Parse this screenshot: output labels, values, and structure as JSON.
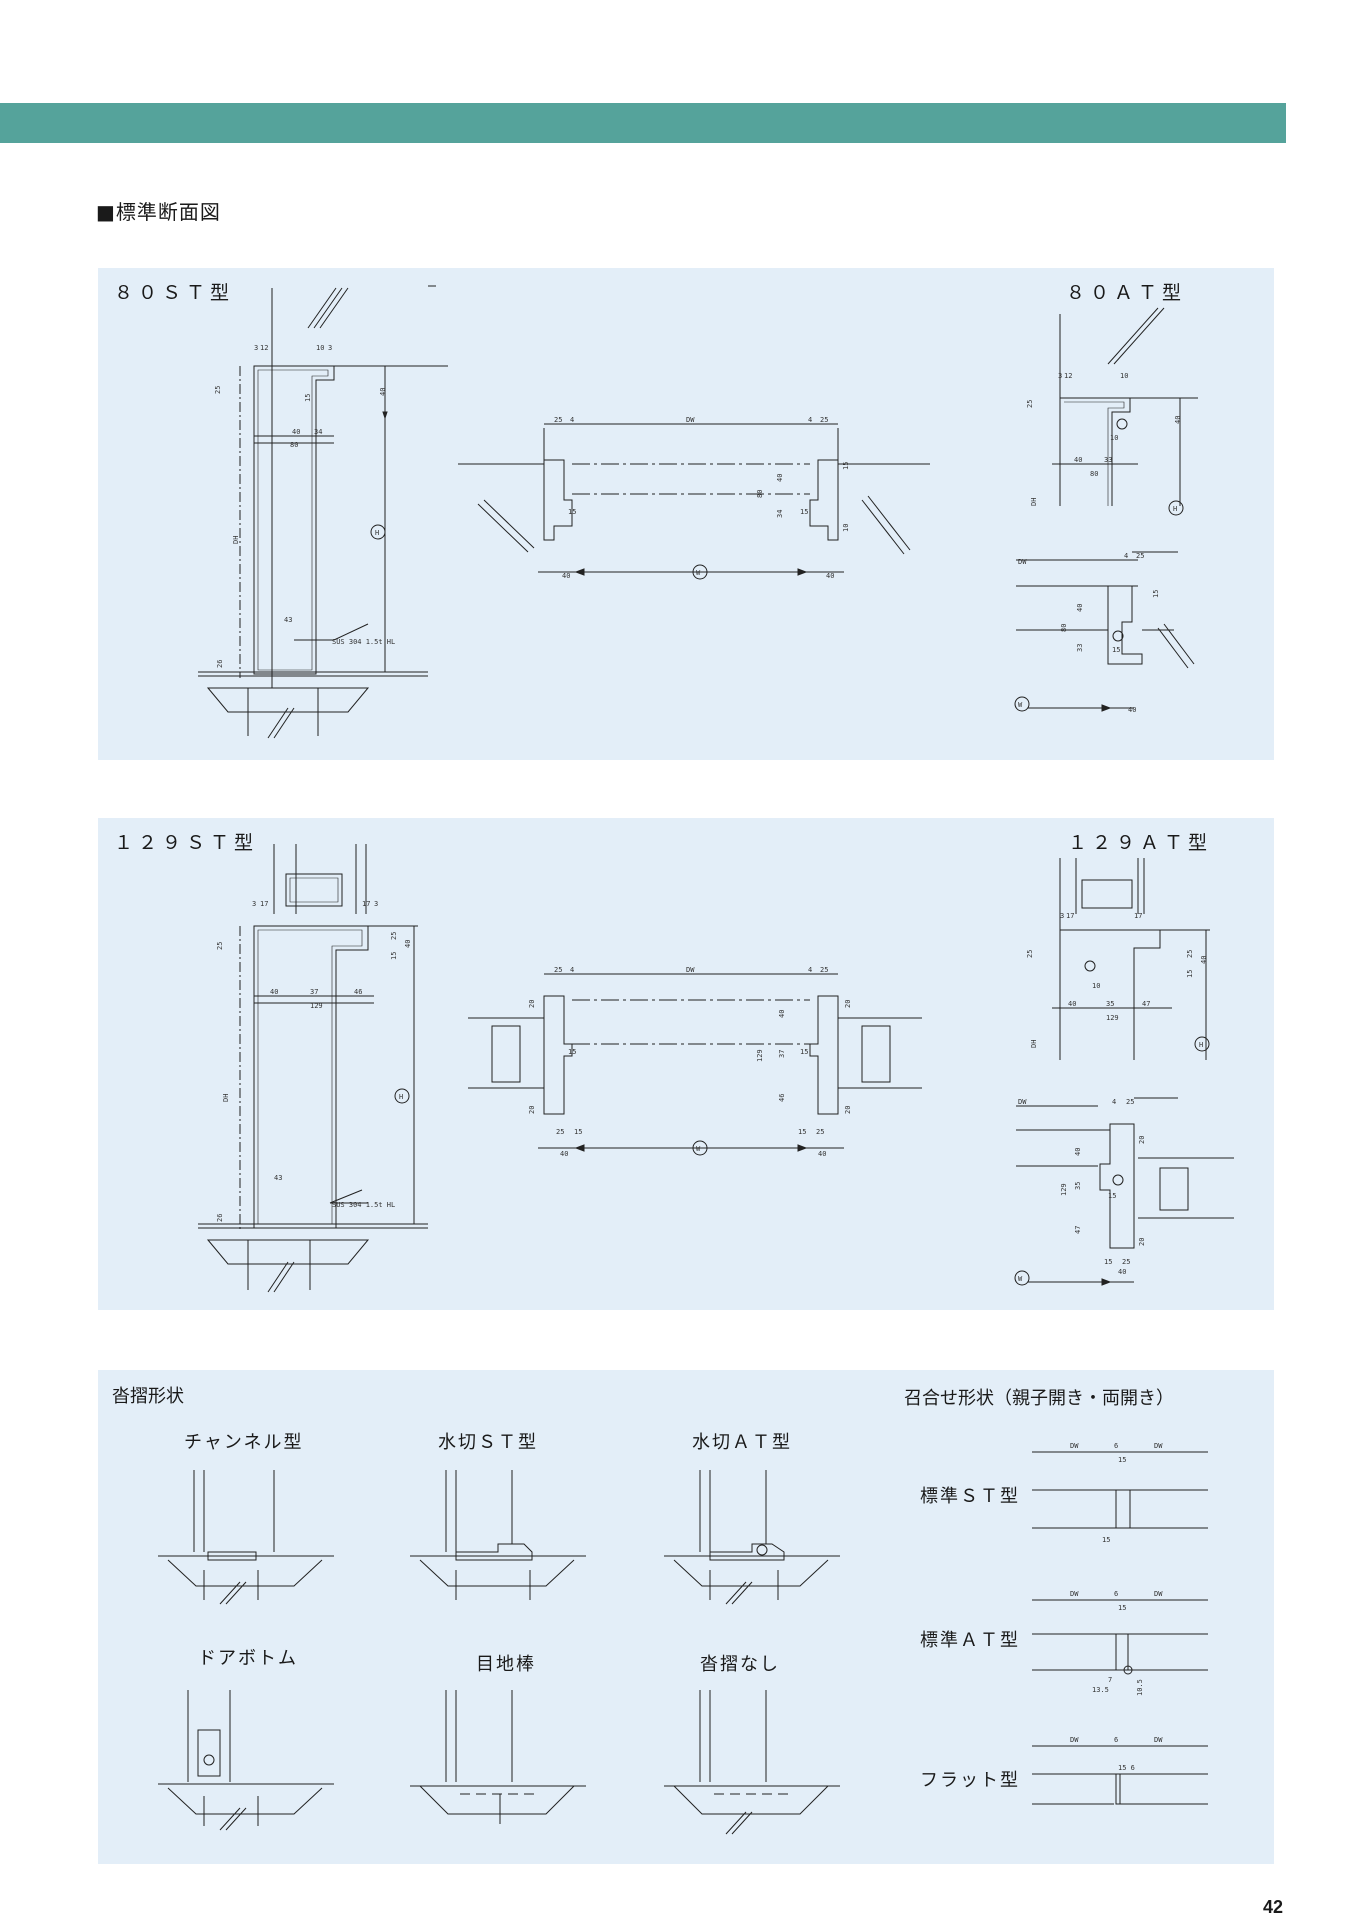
{
  "heading": "■標準断面図",
  "panel1": {
    "left_title": "８０ＳＴ型",
    "right_title": "８０ＡＴ型"
  },
  "panel2": {
    "left_title": "１２９ＳＴ型",
    "right_title": "１２９ＡＴ型"
  },
  "panel3": {
    "left_section": "沓摺形状",
    "right_section": "召合せ形状（親子開き・両開き）",
    "types": [
      "チャンネル型",
      "水切ＳＴ型",
      "水切ＡＴ型",
      "ドアボトム",
      "目地棒",
      "沓摺なし"
    ],
    "meeting_types": [
      "標準ＳＴ型",
      "標準ＡＴ型",
      "フラット型"
    ]
  },
  "dims": {
    "dh": "DH",
    "dw": "DW",
    "h": "H",
    "w": "W",
    "sus": "SUS 304 1.5t HL",
    "d80": "80",
    "d40": "40",
    "d34": "34",
    "d43": "43",
    "d25": "25",
    "d15": "15",
    "d4": "4",
    "d3": "3",
    "d12": "12",
    "d10": "10",
    "d33": "33",
    "d129": "129",
    "d37": "37",
    "d46": "46",
    "d47": "47",
    "d35": "35",
    "d17": "17",
    "d20": "20",
    "d6": "6",
    "d7": "7",
    "d13_5": "13.5",
    "d10_5": "10.5",
    "d26": "26",
    "d15_6": "15 6"
  },
  "page_number": "42"
}
